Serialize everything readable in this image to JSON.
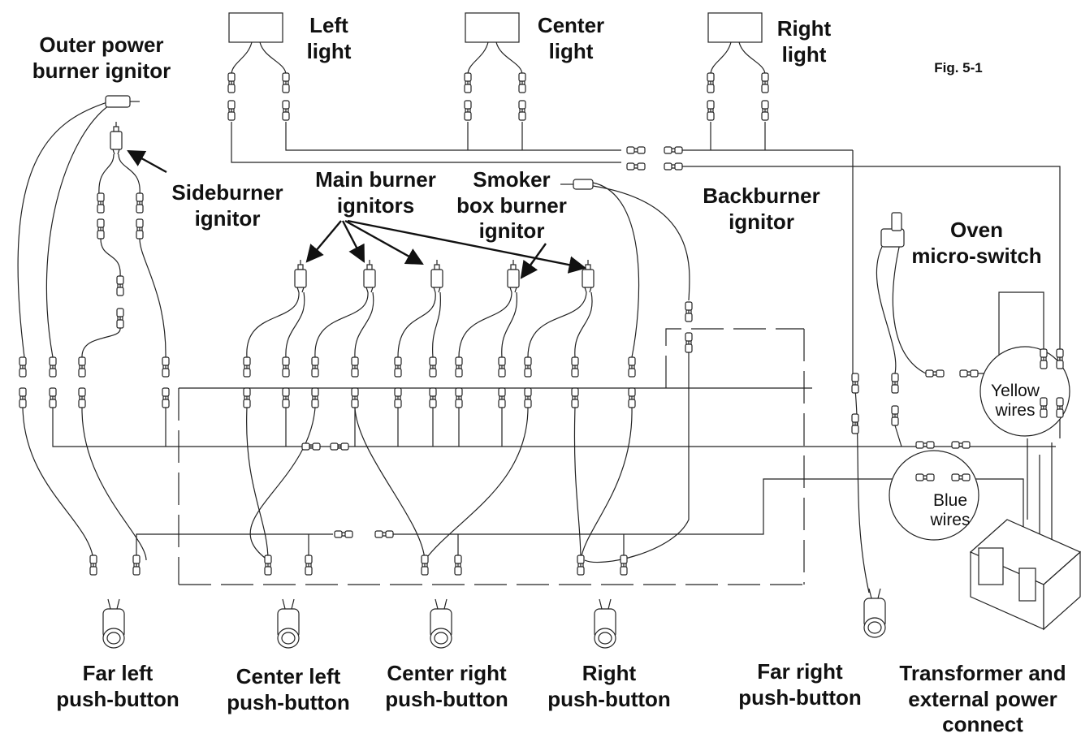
{
  "figure_label": "Fig. 5-1",
  "labels": {
    "outer_power_burner_ignitor": "Outer power\nburner ignitor",
    "sideburner_ignitor": "Sideburner\nignitor",
    "left_light": "Left\nlight",
    "center_light": "Center\nlight",
    "right_light": "Right\nlight",
    "main_burner_ignitors": "Main burner\nignitors",
    "smoker_box_burner_ignitor": "Smoker\nbox burner\nignitor",
    "backburner_ignitor": "Backburner\nignitor",
    "oven_micro_switch": "Oven\nmicro-switch",
    "yellow_wires": "Yellow\nwires",
    "blue_wires": "Blue\nwires",
    "far_left_push_button": "Far left\npush-button",
    "center_left_push_button": "Center left\npush-button",
    "center_right_push_button": "Center right\npush-button",
    "right_push_button": "Right\npush-button",
    "far_right_push_button": "Far right\npush-button",
    "transformer": "Transformer and\nexternal power\nconnect"
  },
  "colors": {
    "line": "#222222",
    "background": "#ffffff"
  }
}
